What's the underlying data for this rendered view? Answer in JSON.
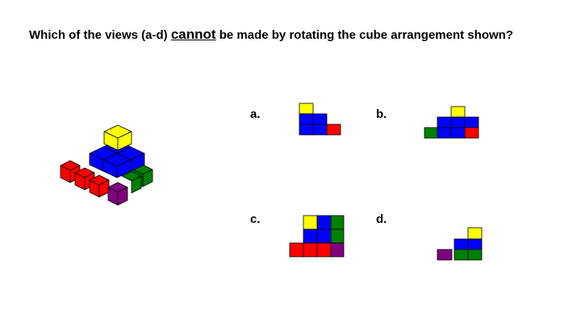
{
  "question": {
    "before": "Which of the views (a-d) ",
    "emphasis": "cannot",
    "after": " be made by rotating the cube arrangement shown?"
  },
  "options": {
    "a": "a.",
    "b": "b.",
    "c": "c.",
    "d": "d."
  },
  "colors": {
    "yellow": "#ffff00",
    "blue": "#0000ff",
    "red": "#ff0000",
    "green": "#008000",
    "purple": "#800080"
  }
}
